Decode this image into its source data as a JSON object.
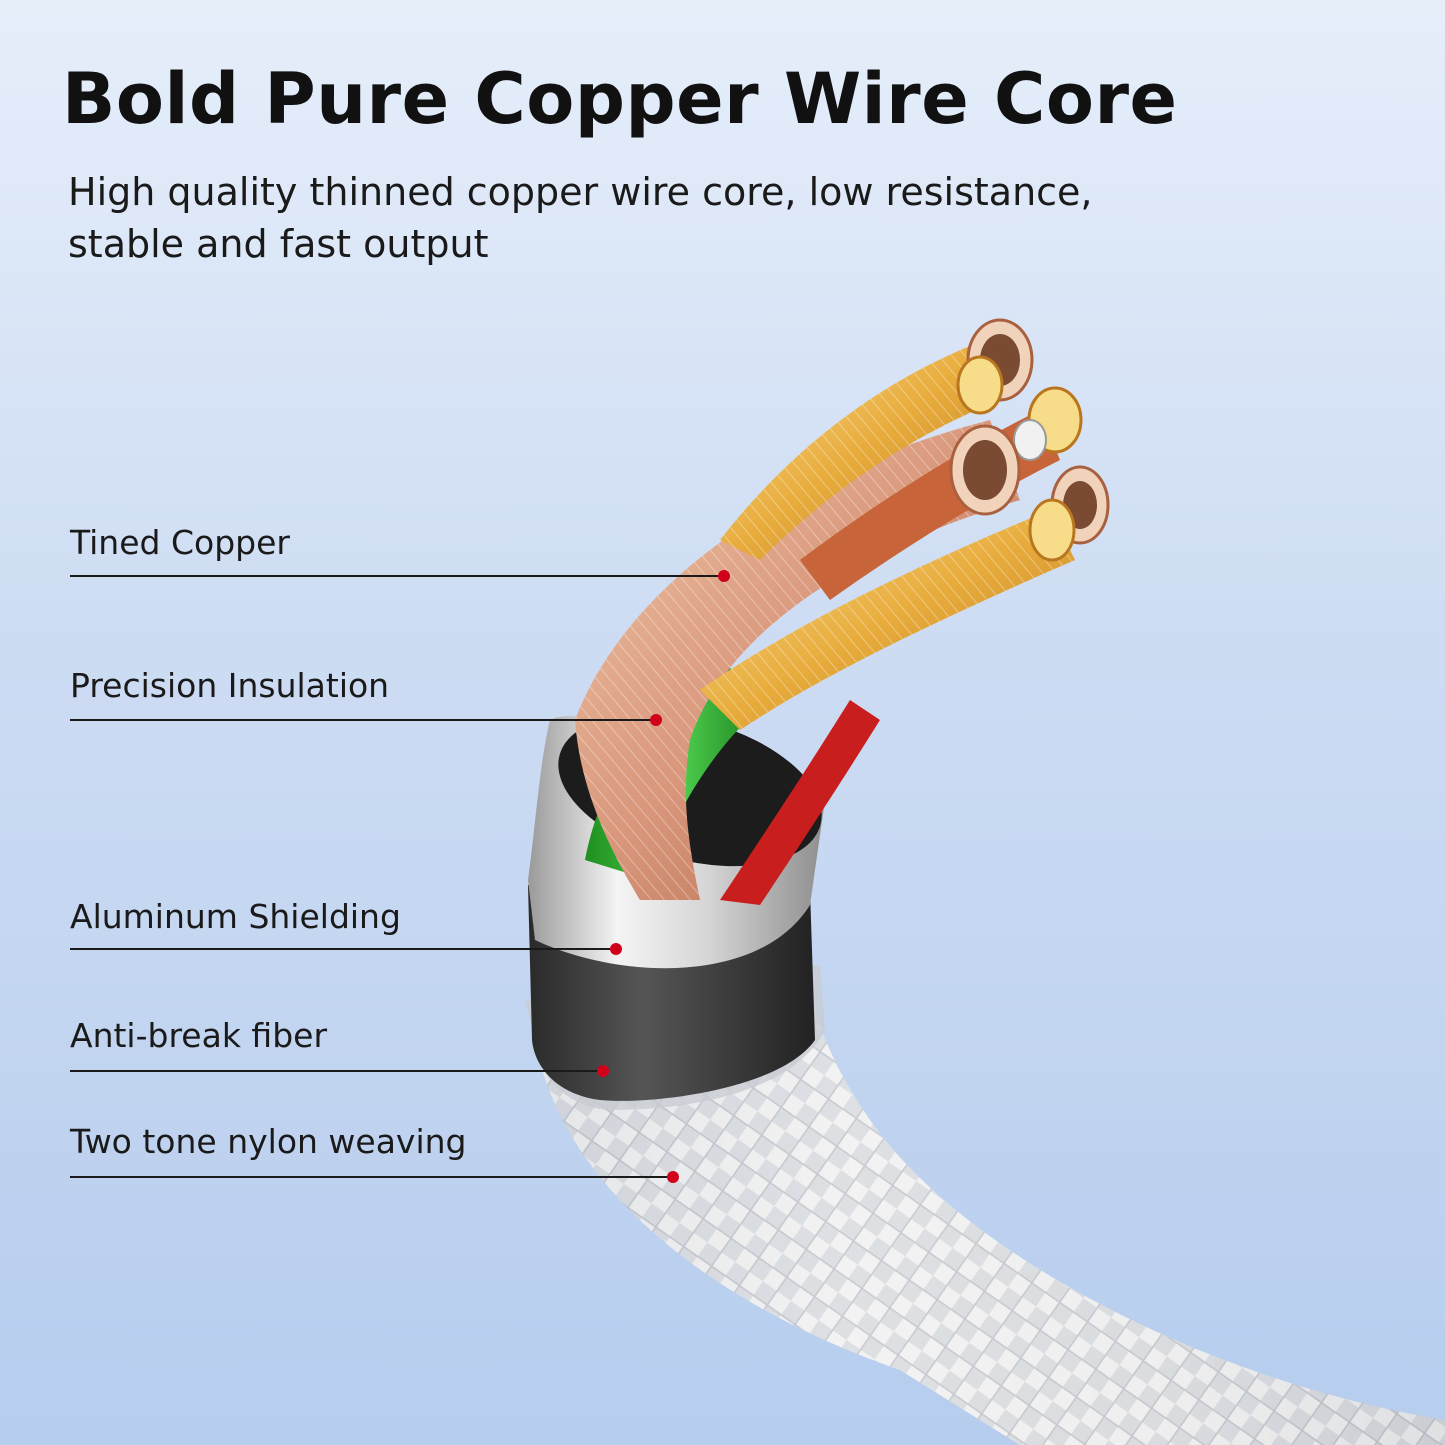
{
  "header": {
    "title": "Bold Pure Copper Wire Core",
    "subtitle": "High quality thinned copper wire core, low resistance, stable and fast output"
  },
  "layers": [
    {
      "label": "Tined Copper"
    },
    {
      "label": "Precision Insulation"
    },
    {
      "label": "Aluminum Shielding"
    },
    {
      "label": "Anti-break fiber"
    },
    {
      "label": "Two tone nylon weaving"
    }
  ],
  "colors": {
    "marker": "#d0021b",
    "leader_line": "#1a1a1a",
    "copper": "#d9a07a",
    "gold": "#e8b84a",
    "insulation_green": "#2eb82e",
    "insulation_red": "#c81e1e",
    "aluminum": "#e2e2e2",
    "fiber": "#3a3a3a",
    "nylon": "#f2f2f2"
  }
}
